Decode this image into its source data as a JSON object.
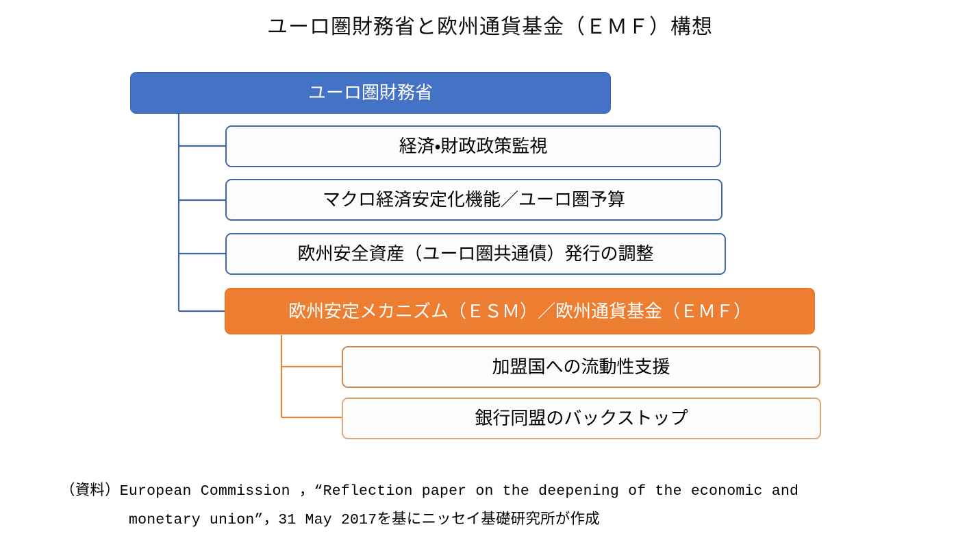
{
  "title": "ユーロ圏財務省と欧州通貨基金（ＥＭＦ）構想",
  "diagram": {
    "type": "org-chart",
    "root": {
      "label": "ユーロ圏財務省",
      "style": "filled-blue",
      "color": "#4472C4"
    },
    "blue_children": [
      {
        "label": "経済・財政政策監視",
        "style": "outline-blue",
        "color": "#41699F"
      },
      {
        "label": "マクロ経済安定化機能／ユーロ圏予算",
        "style": "outline-blue",
        "color": "#41699F"
      },
      {
        "label": "欧州安全資産（ユーロ圏共通債）発行の調整",
        "style": "outline-blue",
        "color": "#41699F"
      }
    ],
    "accent_node": {
      "label": "欧州安定メカニズム（ＥＳＭ）／欧州通貨基金（ＥＭＦ）",
      "style": "filled-orange",
      "color": "#ED7D31"
    },
    "orange_children": [
      {
        "label": "加盟国への流動性支援",
        "style": "outline-orange",
        "color": "#D08A50"
      },
      {
        "label": "銀行同盟のバックストップ",
        "style": "outline-orange",
        "color": "#DEA978"
      }
    ],
    "connector_colors": {
      "blue": "#41699F",
      "orange": "#D9873F"
    }
  },
  "source": {
    "line1": "（資料）European Commission ，“Reflection paper on the deepening of the economic and",
    "line2": "monetary union”，31 May 2017を基にニッセイ基礎研究所が作成"
  }
}
